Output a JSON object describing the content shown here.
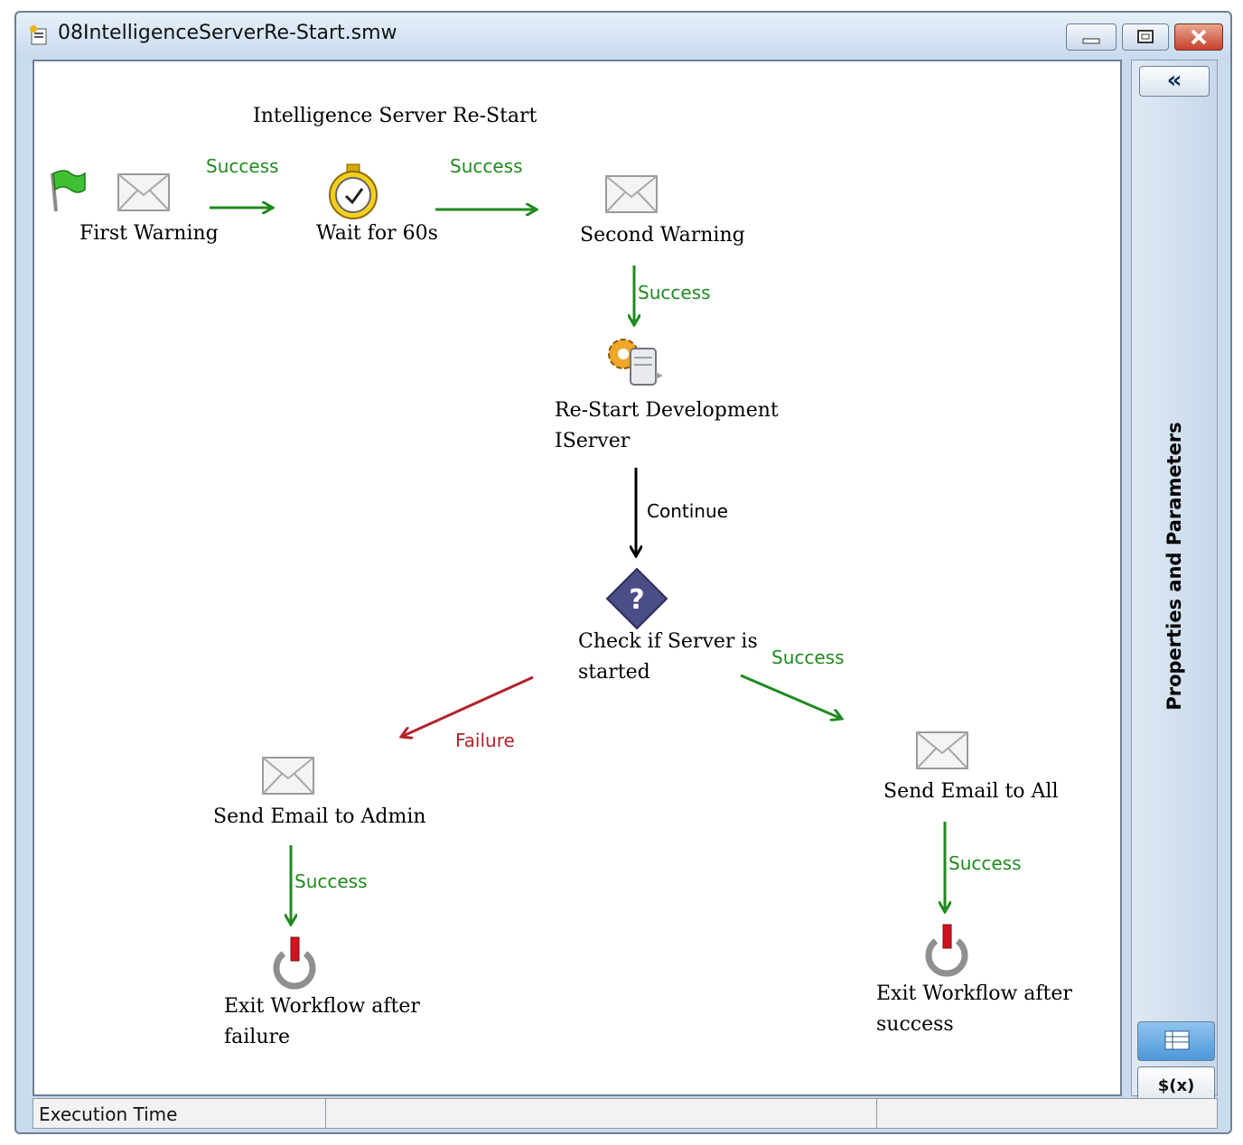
{
  "window": {
    "title": "08IntelligenceServerRe-Start.smw"
  },
  "workflow": {
    "heading": "Intelligence Server Re-Start",
    "nodes": {
      "first_warning": "First Warning",
      "wait": "Wait for 60s",
      "second_warning": "Second Warning",
      "restart_line1": "Re-Start Development",
      "restart_line2": "IServer",
      "check_line1": "Check if Server is",
      "check_line2": "started",
      "email_admin": "Send Email to Admin",
      "email_all": "Send Email to All",
      "exit_fail_line1": "Exit Workflow after",
      "exit_fail_line2": "failure",
      "exit_ok_line1": "Exit Workflow after",
      "exit_ok_line2": "success"
    },
    "connectors": {
      "success": "Success",
      "failure": "Failure",
      "continue": "Continue"
    },
    "colors": {
      "success": "#1f8a1f",
      "failure": "#b2232a",
      "continue": "#000000"
    }
  },
  "statusbar": {
    "execution_time": "Execution Time"
  },
  "sidepanel": {
    "title": "Properties and Parameters",
    "collapse": "«",
    "func_button": "$(x)"
  }
}
